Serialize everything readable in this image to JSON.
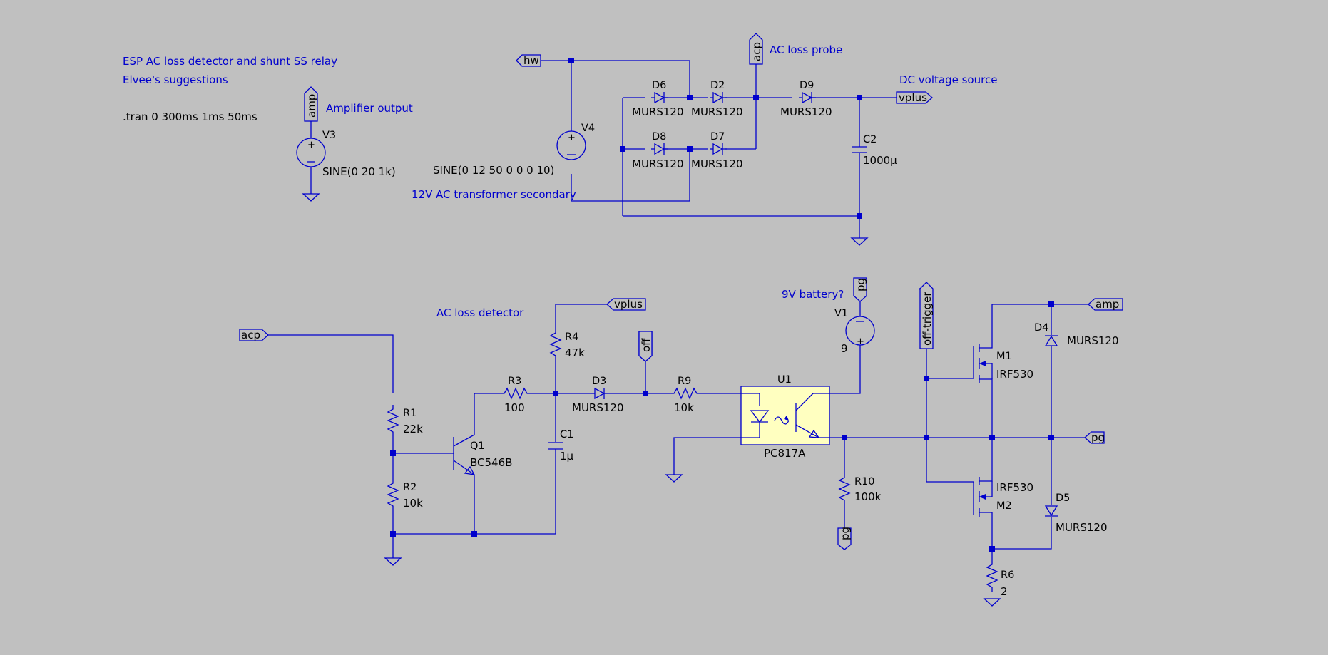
{
  "comments": {
    "title": "ESP AC loss detector and shunt SS relay",
    "suggestions": "Elvee's suggestions",
    "amplifier_output": "Amplifier output",
    "ac_loss_probe": "AC loss probe",
    "dc_voltage_source": "DC voltage source",
    "transformer": "12V AC transformer secondary",
    "ac_loss_detector": "AC loss detector",
    "battery": "9V battery?"
  },
  "directive": ".tran 0 300ms 1ms 50ms",
  "net_labels": {
    "hw": "hw",
    "acp_top": "acp",
    "vplus_top": "vplus",
    "amp_v3": "amp",
    "acp_left": "acp",
    "vplus_mid": "vplus",
    "off": "off",
    "pg_v1": "pg",
    "off_trigger": "off-trigger",
    "amp_right": "amp",
    "pg_right": "pg",
    "pg_r10": "pg"
  },
  "components": {
    "V3": {
      "ref": "V3",
      "value": "SINE(0 20 1k)"
    },
    "V4": {
      "ref": "V4",
      "value": "SINE(0 12 50 0 0 0 10)"
    },
    "D6": {
      "ref": "D6",
      "value": "MURS120"
    },
    "D2": {
      "ref": "D2",
      "value": "MURS120"
    },
    "D8": {
      "ref": "D8",
      "value": "MURS120"
    },
    "D7": {
      "ref": "D7",
      "value": "MURS120"
    },
    "D9": {
      "ref": "D9",
      "value": "MURS120"
    },
    "C2": {
      "ref": "C2",
      "value": "1000µ"
    },
    "R1": {
      "ref": "R1",
      "value": "22k"
    },
    "R2": {
      "ref": "R2",
      "value": "10k"
    },
    "Q1": {
      "ref": "Q1",
      "value": "BC546B"
    },
    "R3": {
      "ref": "R3",
      "value": "100"
    },
    "R4": {
      "ref": "R4",
      "value": "47k"
    },
    "C1": {
      "ref": "C1",
      "value": "1µ"
    },
    "D3": {
      "ref": "D3",
      "value": "MURS120"
    },
    "R9": {
      "ref": "R9",
      "value": "10k"
    },
    "U1": {
      "ref": "U1",
      "value": "PC817A"
    },
    "V1": {
      "ref": "V1",
      "value": "9"
    },
    "R10": {
      "ref": "R10",
      "value": "100k"
    },
    "M1": {
      "ref": "M1",
      "value": "IRF530"
    },
    "M2": {
      "ref": "M2",
      "value": "IRF530"
    },
    "D4": {
      "ref": "D4",
      "value": "MURS120"
    },
    "D5": {
      "ref": "D5",
      "value": "MURS120"
    },
    "R6": {
      "ref": "R6",
      "value": "2"
    }
  },
  "colors": {
    "background": "#c0c0c0",
    "wire": "#0000cd",
    "text": "#000000",
    "optocoupler_fill": "#ffffc0"
  }
}
